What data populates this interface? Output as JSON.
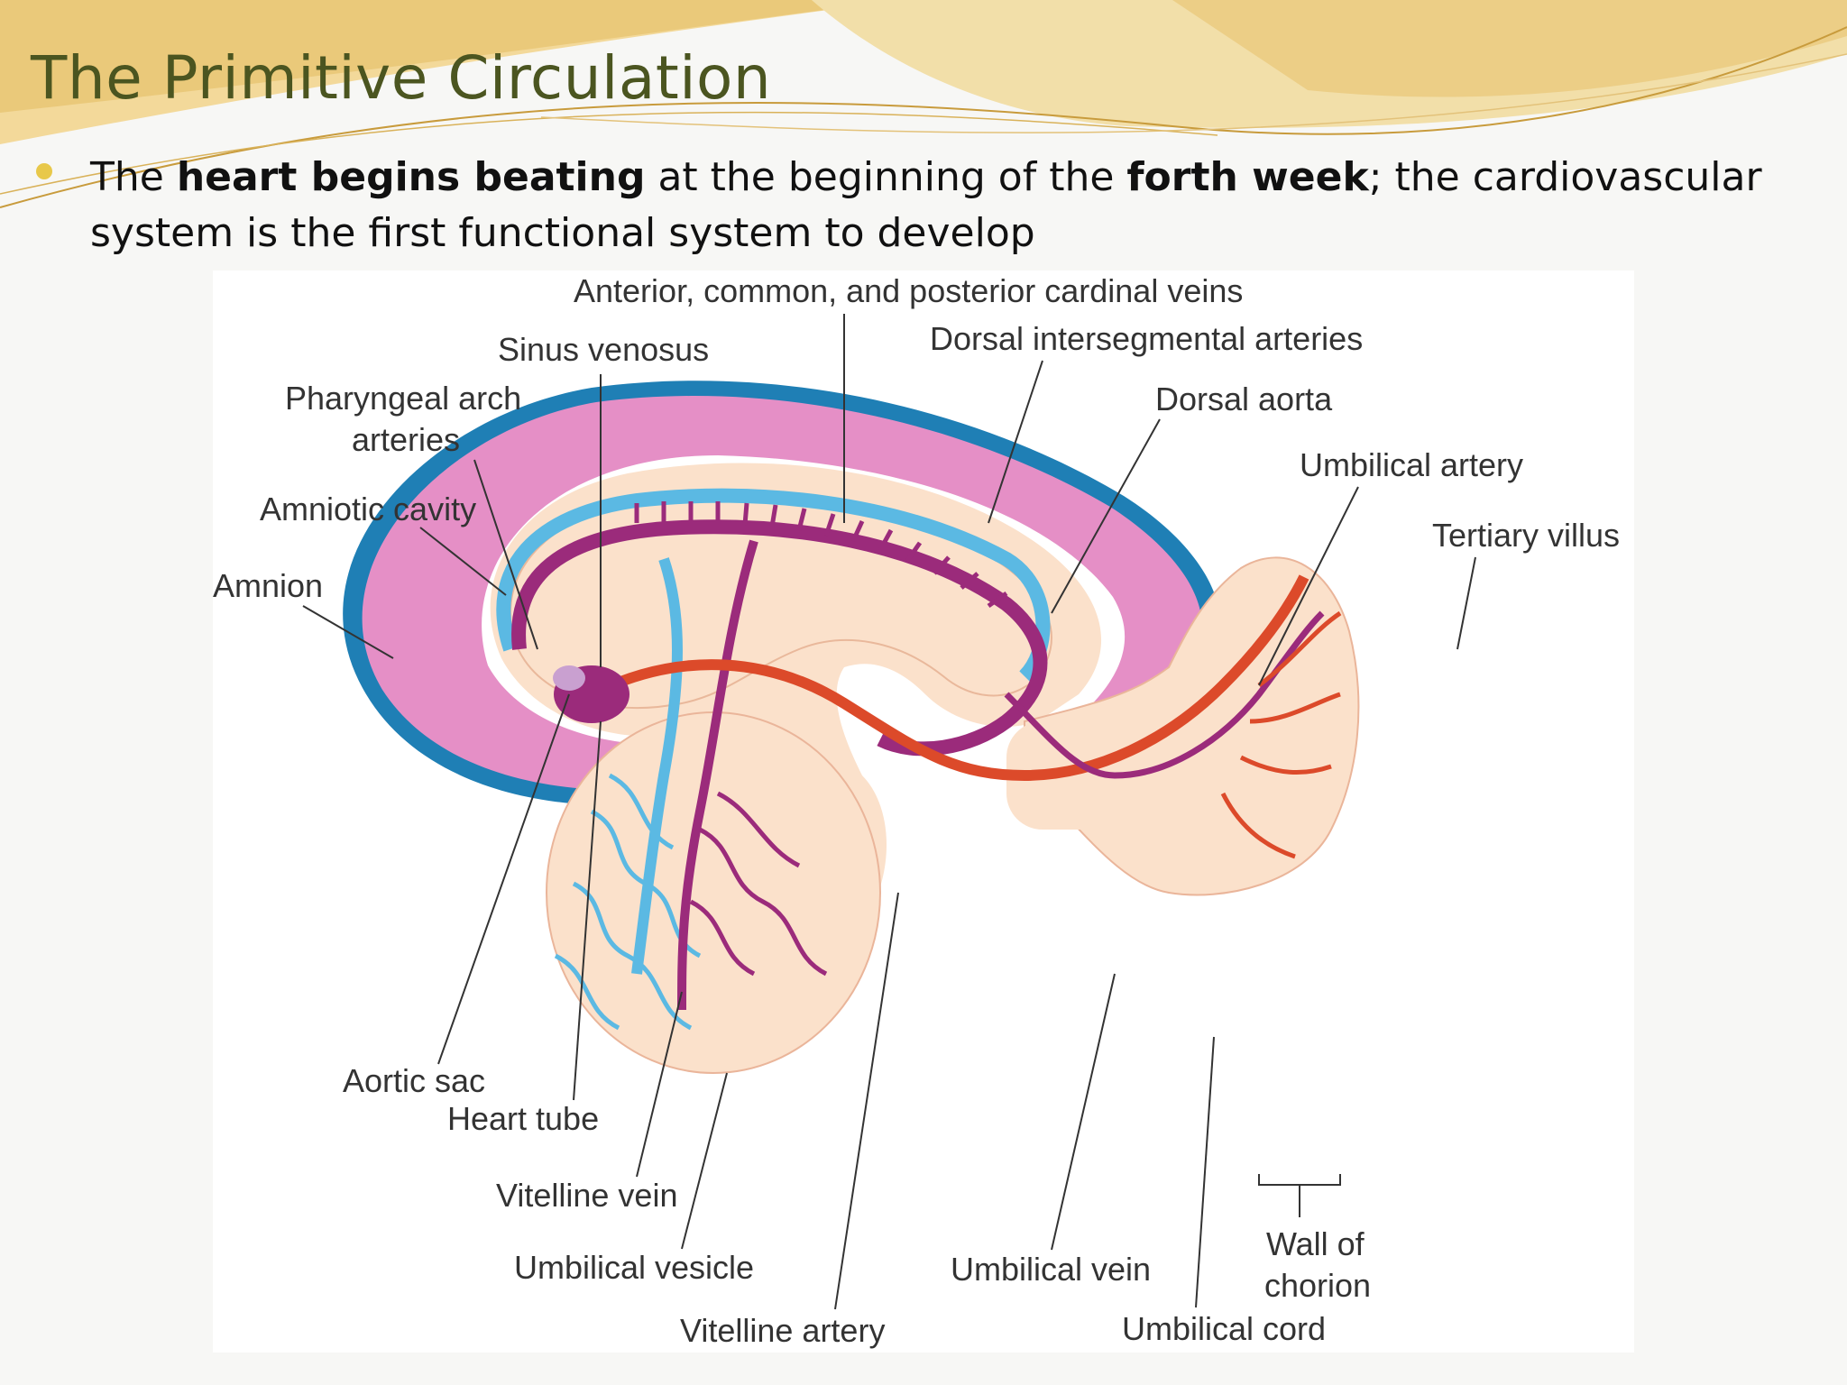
{
  "title": "The Primitive Circulation",
  "bullet": {
    "t1": "The ",
    "b1": "heart begins beating",
    "t2": " at the beginning of the ",
    "b2": "forth week",
    "t3": "; the cardiovascular system is the first functional system to develop"
  },
  "colors": {
    "amnion": "#1f7fb5",
    "amniotic_cavity": "#e58fc6",
    "embryo": "#fbe1cb",
    "vein_blue": "#5bb9e3",
    "artery_purple": "#9b2b7b",
    "umbilical_vein_red": "#dc4a2a",
    "header_gold": "#e3bd63"
  },
  "labels": {
    "cardinal_veins": "Anterior, common, and posterior cardinal veins",
    "sinus_venosus": "Sinus venosus",
    "dorsal_intersegmental": "Dorsal intersegmental arteries",
    "pharyngeal_1": "Pharyngeal arch",
    "pharyngeal_2": "arteries",
    "dorsal_aorta": "Dorsal aorta",
    "umbilical_artery": "Umbilical artery",
    "amniotic_cavity": "Amniotic cavity",
    "tertiary_villus": "Tertiary villus",
    "amnion": "Amnion",
    "aortic_sac": "Aortic sac",
    "heart_tube": "Heart tube",
    "vitelline_vein": "Vitelline vein",
    "umbilical_vesicle": "Umbilical vesicle",
    "vitelline_artery": "Vitelline artery",
    "umbilical_vein": "Umbilical vein",
    "wall_1": "Wall of",
    "wall_2": "chorion",
    "umbilical_cord": "Umbilical cord"
  }
}
